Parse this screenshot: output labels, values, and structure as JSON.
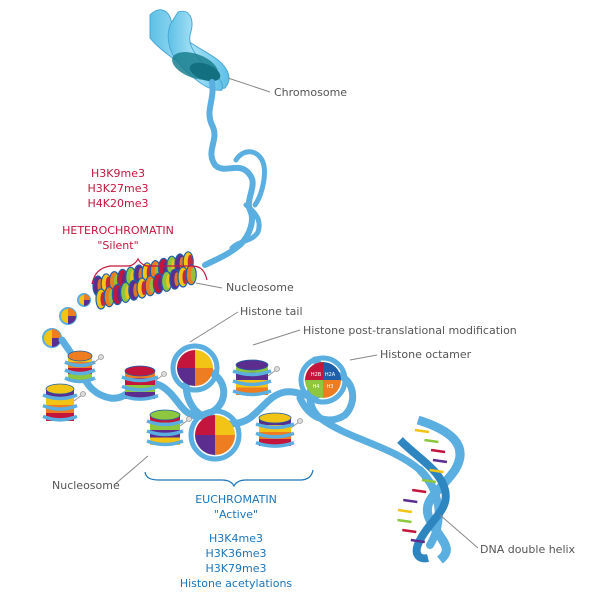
{
  "labels": {
    "chromosome": "Chromosome",
    "nucleosome_top": "Nucleosome",
    "histone_tail": "Histone tail",
    "histone_ptm": "Histone post-translational modification",
    "histone_octamer": "Histone octamer",
    "nucleosome_bottom": "Nucleosome",
    "dna_double_helix": "DNA double helix"
  },
  "heterochromatin": {
    "marks": [
      "H3K9me3",
      "H3K27me3",
      "H4K20me3"
    ],
    "title": "HETEROCHROMATIN",
    "subtitle": "\"Silent\""
  },
  "euchromatin": {
    "title": "EUCHROMATIN",
    "subtitle": "\"Active\"",
    "marks": [
      "H3K4me3",
      "H3K36me3",
      "H3K79me3",
      "Histone acetylations"
    ]
  },
  "octamer_quadrants": [
    "H2B",
    "H2A",
    "H4",
    "H3"
  ],
  "colors": {
    "dna": "#5aaee0",
    "dna_dark": "#2e86c1",
    "chromosome": "#8fd3ef",
    "chromosome_core": "#1a7f8e",
    "heterochromatin": "#c4153d",
    "euchromatin": "#1b75bb",
    "histone_purple": "#5b2d8e",
    "histone_yellow": "#f2c416",
    "histone_orange": "#ee7d22",
    "histone_red": "#c4153d",
    "histone_green": "#8dc63f",
    "histone_blue": "#1f5fa9",
    "label_gray": "#555555"
  }
}
